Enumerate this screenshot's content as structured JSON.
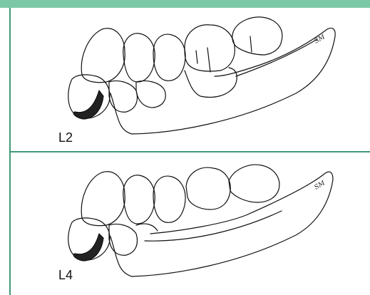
{
  "figure": {
    "accent_color": "#7cc8a6",
    "rule_color": "#3e9a75",
    "panels": [
      {
        "label": "L2",
        "artist_initials": "SM"
      },
      {
        "label": "L4",
        "artist_initials": "SM"
      }
    ]
  }
}
